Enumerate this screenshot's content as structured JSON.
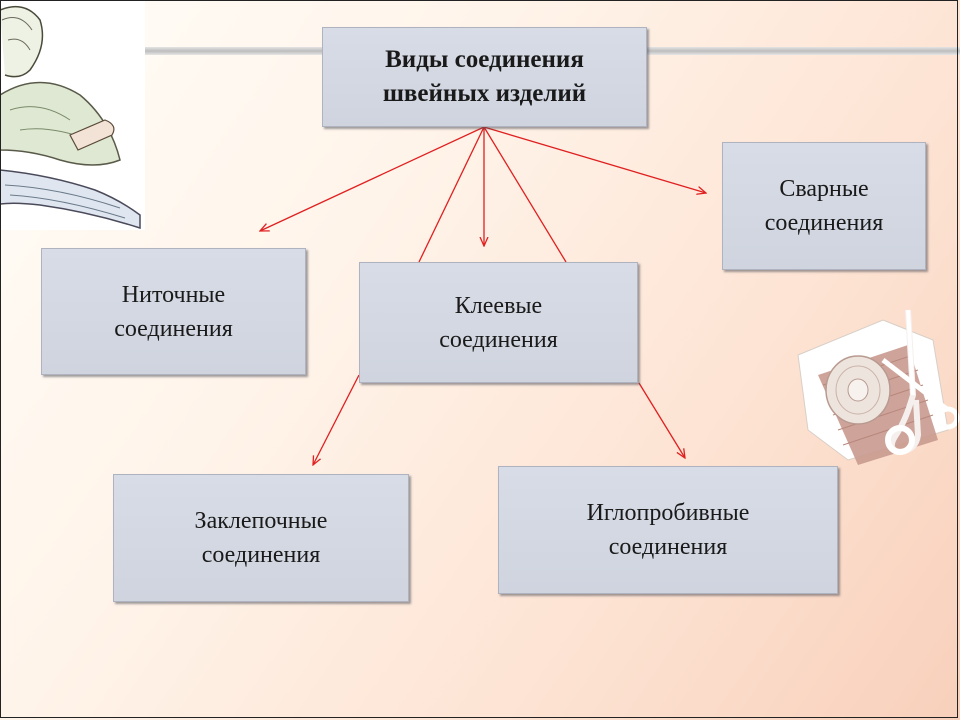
{
  "diagram": {
    "title": "Виды соединения\nшвейных изделий",
    "nodes": [
      {
        "id": "thread",
        "label": "Ниточные\nсоединения"
      },
      {
        "id": "glue",
        "label": "Клеевые\nсоединения"
      },
      {
        "id": "weld",
        "label": "Сварные\nсоединения"
      },
      {
        "id": "rivet",
        "label": "Заклепочные\nсоединения"
      },
      {
        "id": "needle",
        "label": "Иглопробивные\nсоединения"
      }
    ]
  },
  "colors": {
    "arrow": "#e02020",
    "box_fill": "#d5d9e3"
  },
  "icons": [
    "person-sketch-illustration",
    "thread-spool-scissors-illustration"
  ]
}
